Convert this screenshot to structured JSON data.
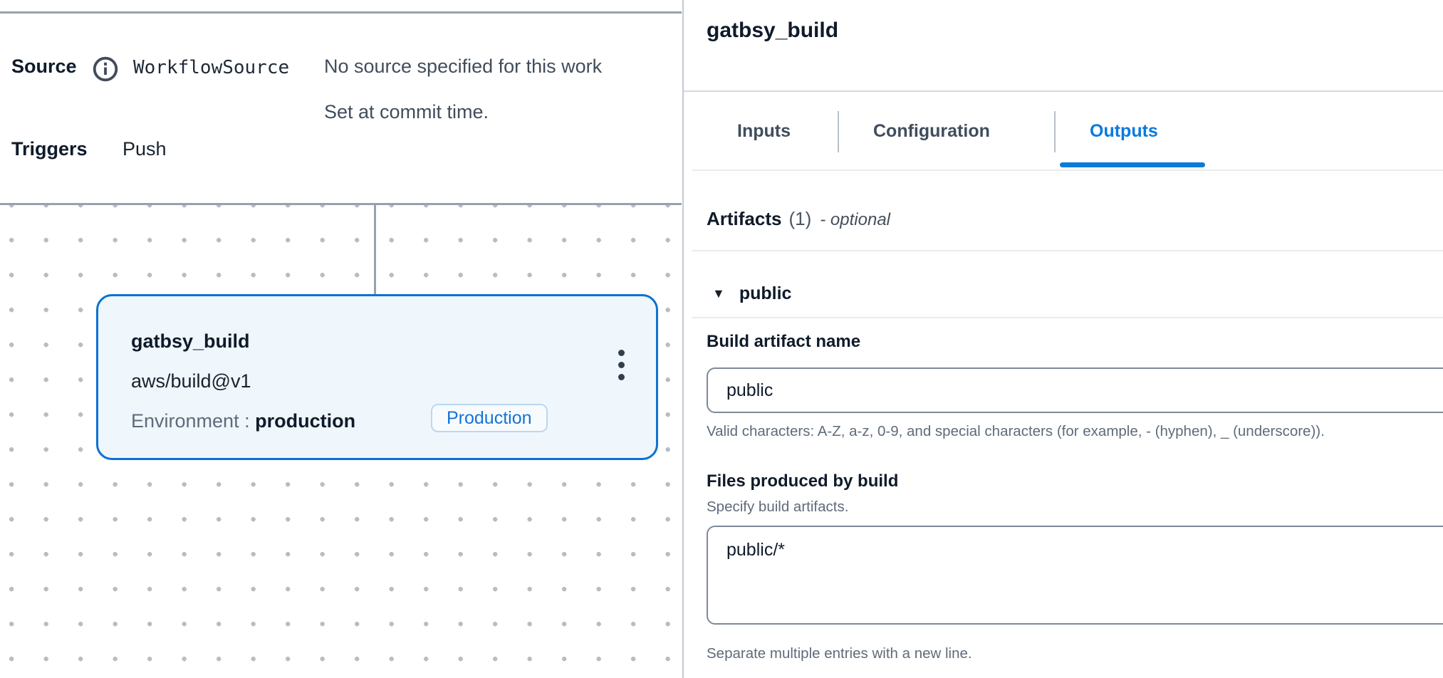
{
  "colors": {
    "accent_blue": "#0972d3",
    "node_border": "#0b72d2",
    "node_bg": "#eff6fc",
    "frame_gray": "#96a1af",
    "text_dark": "#0f1b2a",
    "text_gray": "#5f6b7a",
    "input_border": "#7d8998",
    "badge_border": "#bcd7f2"
  },
  "workflow_header": {
    "source_label": "Source",
    "info_icon": "info-circle",
    "source_name": "WorkflowSource",
    "source_note_line1": "No source specified for this work",
    "source_note_line2": "Set at commit time.",
    "triggers_label": "Triggers",
    "triggers_value": "Push"
  },
  "canvas": {
    "node": {
      "title": "gatbsy_build",
      "action": "aws/build@v1",
      "environment_label": "Environment :",
      "environment_value": "production",
      "badge": "Production",
      "menu_icon": "kebab-menu"
    }
  },
  "panel": {
    "title": "gatbsy_build",
    "tabs": [
      {
        "label": "Inputs",
        "active": false
      },
      {
        "label": "Configuration",
        "active": false
      },
      {
        "label": "Outputs",
        "active": true
      }
    ],
    "artifacts": {
      "heading": "Artifacts",
      "count": "(1)",
      "optional_note": "- optional",
      "expander_icon": "caret-down",
      "item": {
        "name": "public",
        "name_field": {
          "label": "Build artifact name",
          "value": "public",
          "help": "Valid characters: A-Z, a-z, 0-9, and special characters (for example, - (hyphen), _ (underscore))."
        },
        "files_field": {
          "label": "Files produced by build",
          "description": "Specify build artifacts.",
          "value": "public/*",
          "help": "Separate multiple entries with a new line."
        }
      }
    }
  }
}
